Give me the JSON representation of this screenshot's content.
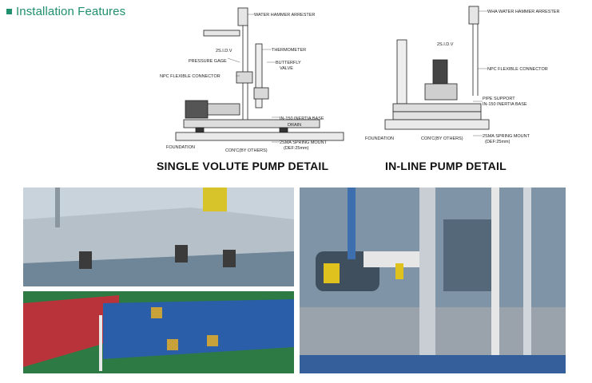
{
  "header": {
    "title": "Installation Features"
  },
  "diagram1": {
    "caption": "SINGLE VOLUTE PUMP DETAIL",
    "labels": {
      "water_hammer": "WATER HAMMER ARRESTER",
      "thermometer": "THERMOMETER",
      "gate": "2S.I.D.V",
      "pressure": "PRESSURE GAGE",
      "butterfly": "BUTTERFLY",
      "valve": "VALVE",
      "npc": "NPC FLEXIBLE CONNECTOR",
      "inertia": "IN-150 INERTIA BASE",
      "drain": "DRAIN",
      "spring": "2SMA SPRING MOUNT",
      "def": "(DEF:25mm)",
      "foundation": "FOUNDATION",
      "others": "CON'C(BY OTHERS)"
    }
  },
  "diagram2": {
    "caption": "IN-LINE PUMP DETAIL",
    "labels": {
      "wha": "WHA WATER HAMMER ARRESTER",
      "gate": "2S.I.D.V",
      "npc": "NPC FLEXIBLE CONNECTOR",
      "pipe_support": "PIPE SUPPORT",
      "inertia": "IN-150 INERTIA BASE",
      "foundation": "FOUNDATION",
      "others": "CON'C(BY OTHERS)",
      "spring": "2SMA SPRING MOUNT",
      "def": "(DEF:25mm)"
    }
  },
  "colors": {
    "accent": "#1f8f6e"
  }
}
